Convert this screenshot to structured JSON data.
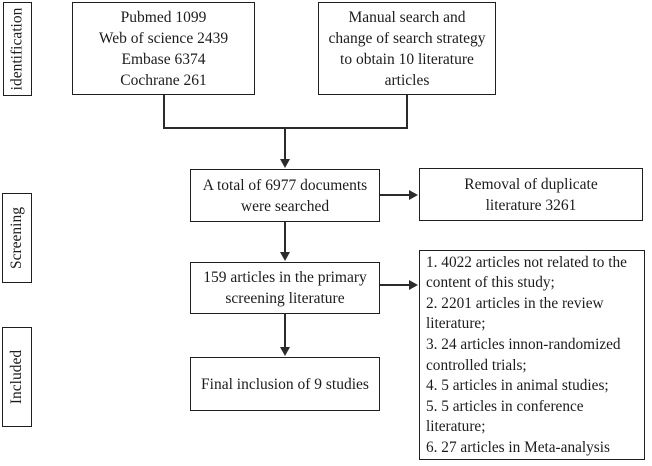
{
  "diagram": {
    "title_semantic": "Literature screening flow diagram",
    "stage_labels": {
      "identification": "identification",
      "screening": "Screening",
      "included": "Included"
    },
    "boxes": {
      "databases": [
        "Pubmed 1099",
        "Web of science 2439",
        "Embase 6374",
        "Cochrane 261"
      ],
      "manual_search": [
        "Manual search and",
        "change of search strategy",
        "to obtain 10 literature",
        "articles"
      ],
      "total_searched": [
        "A total of 6977 documents",
        "were searched"
      ],
      "duplicate_removal": [
        "Removal of duplicate",
        "literature 3261"
      ],
      "primary_screening": [
        "159 articles in the primary",
        "screening literature"
      ],
      "final_inclusion": "Final inclusion of 9 studies",
      "exclusion_reasons": [
        "1. 4022 articles not related to the",
        "content of this study;",
        "2. 2201 articles in the review",
        "literature;",
        "3. 24 articles innon-randomized",
        "controlled trials;",
        "4. 5 articles in animal studies;",
        "5. 5 articles in conference",
        "literature;",
        "6. 27 articles in Meta-analysis"
      ]
    },
    "colors": {
      "line": "#2b2b2b",
      "border": "#1f1f1f",
      "text": "#1c1c1c",
      "background": "#ffffff"
    }
  }
}
